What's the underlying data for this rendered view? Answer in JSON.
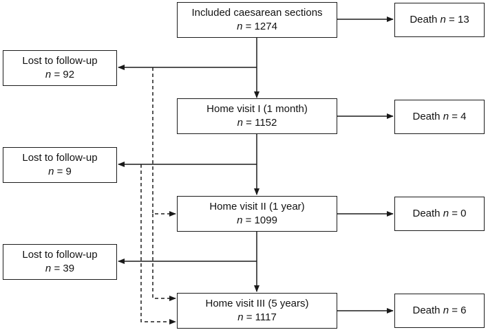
{
  "stages": {
    "included": {
      "title": "Included caesarean sections",
      "n_label": "n",
      "n_value": "= 1274"
    },
    "visit1": {
      "title": "Home visit I (1 month)",
      "n_label": "n",
      "n_value": "= 1152"
    },
    "visit2": {
      "title": "Home visit II (1 year)",
      "n_label": "n",
      "n_value": "= 1099"
    },
    "visit3": {
      "title": "Home visit III (5 years)",
      "n_label": "n",
      "n_value": "= 1117"
    }
  },
  "deaths": [
    {
      "label": "Death",
      "n_label": "n",
      "n_value": "= 13"
    },
    {
      "label": "Death",
      "n_label": "n",
      "n_value": "= 4"
    },
    {
      "label": "Death",
      "n_label": "n",
      "n_value": "= 0"
    },
    {
      "label": "Death",
      "n_label": "n",
      "n_value": "= 6"
    }
  ],
  "lost": [
    {
      "title": "Lost to follow-up",
      "n_label": "n",
      "n_value": "= 92"
    },
    {
      "title": "Lost to follow-up",
      "n_label": "n",
      "n_value": "= 9"
    },
    {
      "title": "Lost to follow-up",
      "n_label": "n",
      "n_value": "= 39"
    }
  ],
  "colors": {
    "line": "#1a1a1a",
    "box_border": "#1a1a1a",
    "background": "#ffffff"
  }
}
